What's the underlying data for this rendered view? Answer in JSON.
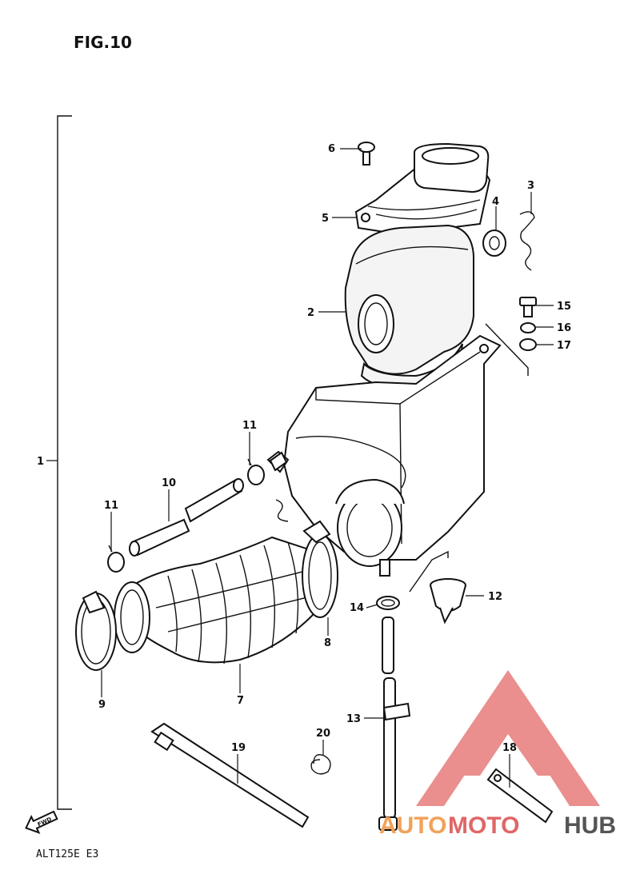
{
  "figure": {
    "title": "FIG.10",
    "model_code": "ALT125E  E3",
    "fwd_label": "FWD"
  },
  "callouts": [
    {
      "id": "1",
      "label": "1"
    },
    {
      "id": "2",
      "label": "2"
    },
    {
      "id": "3",
      "label": "3"
    },
    {
      "id": "4",
      "label": "4"
    },
    {
      "id": "5",
      "label": "5"
    },
    {
      "id": "6",
      "label": "6"
    },
    {
      "id": "7",
      "label": "7"
    },
    {
      "id": "8",
      "label": "8"
    },
    {
      "id": "9",
      "label": "9"
    },
    {
      "id": "10",
      "label": "10"
    },
    {
      "id": "11a",
      "label": "11"
    },
    {
      "id": "11b",
      "label": "11"
    },
    {
      "id": "12",
      "label": "12"
    },
    {
      "id": "13",
      "label": "13"
    },
    {
      "id": "14",
      "label": "14"
    },
    {
      "id": "15",
      "label": "15"
    },
    {
      "id": "16",
      "label": "16"
    },
    {
      "id": "17",
      "label": "17"
    },
    {
      "id": "18",
      "label": "18"
    },
    {
      "id": "19",
      "label": "19"
    },
    {
      "id": "20",
      "label": "20"
    }
  ],
  "watermark": {
    "part1": "AUTO",
    "part2": "MOTO",
    "part3": "HUB",
    "colors": {
      "auto": "#f2a15a",
      "moto": "#e06666",
      "hub": "#555555",
      "logo": "#e57373"
    }
  }
}
